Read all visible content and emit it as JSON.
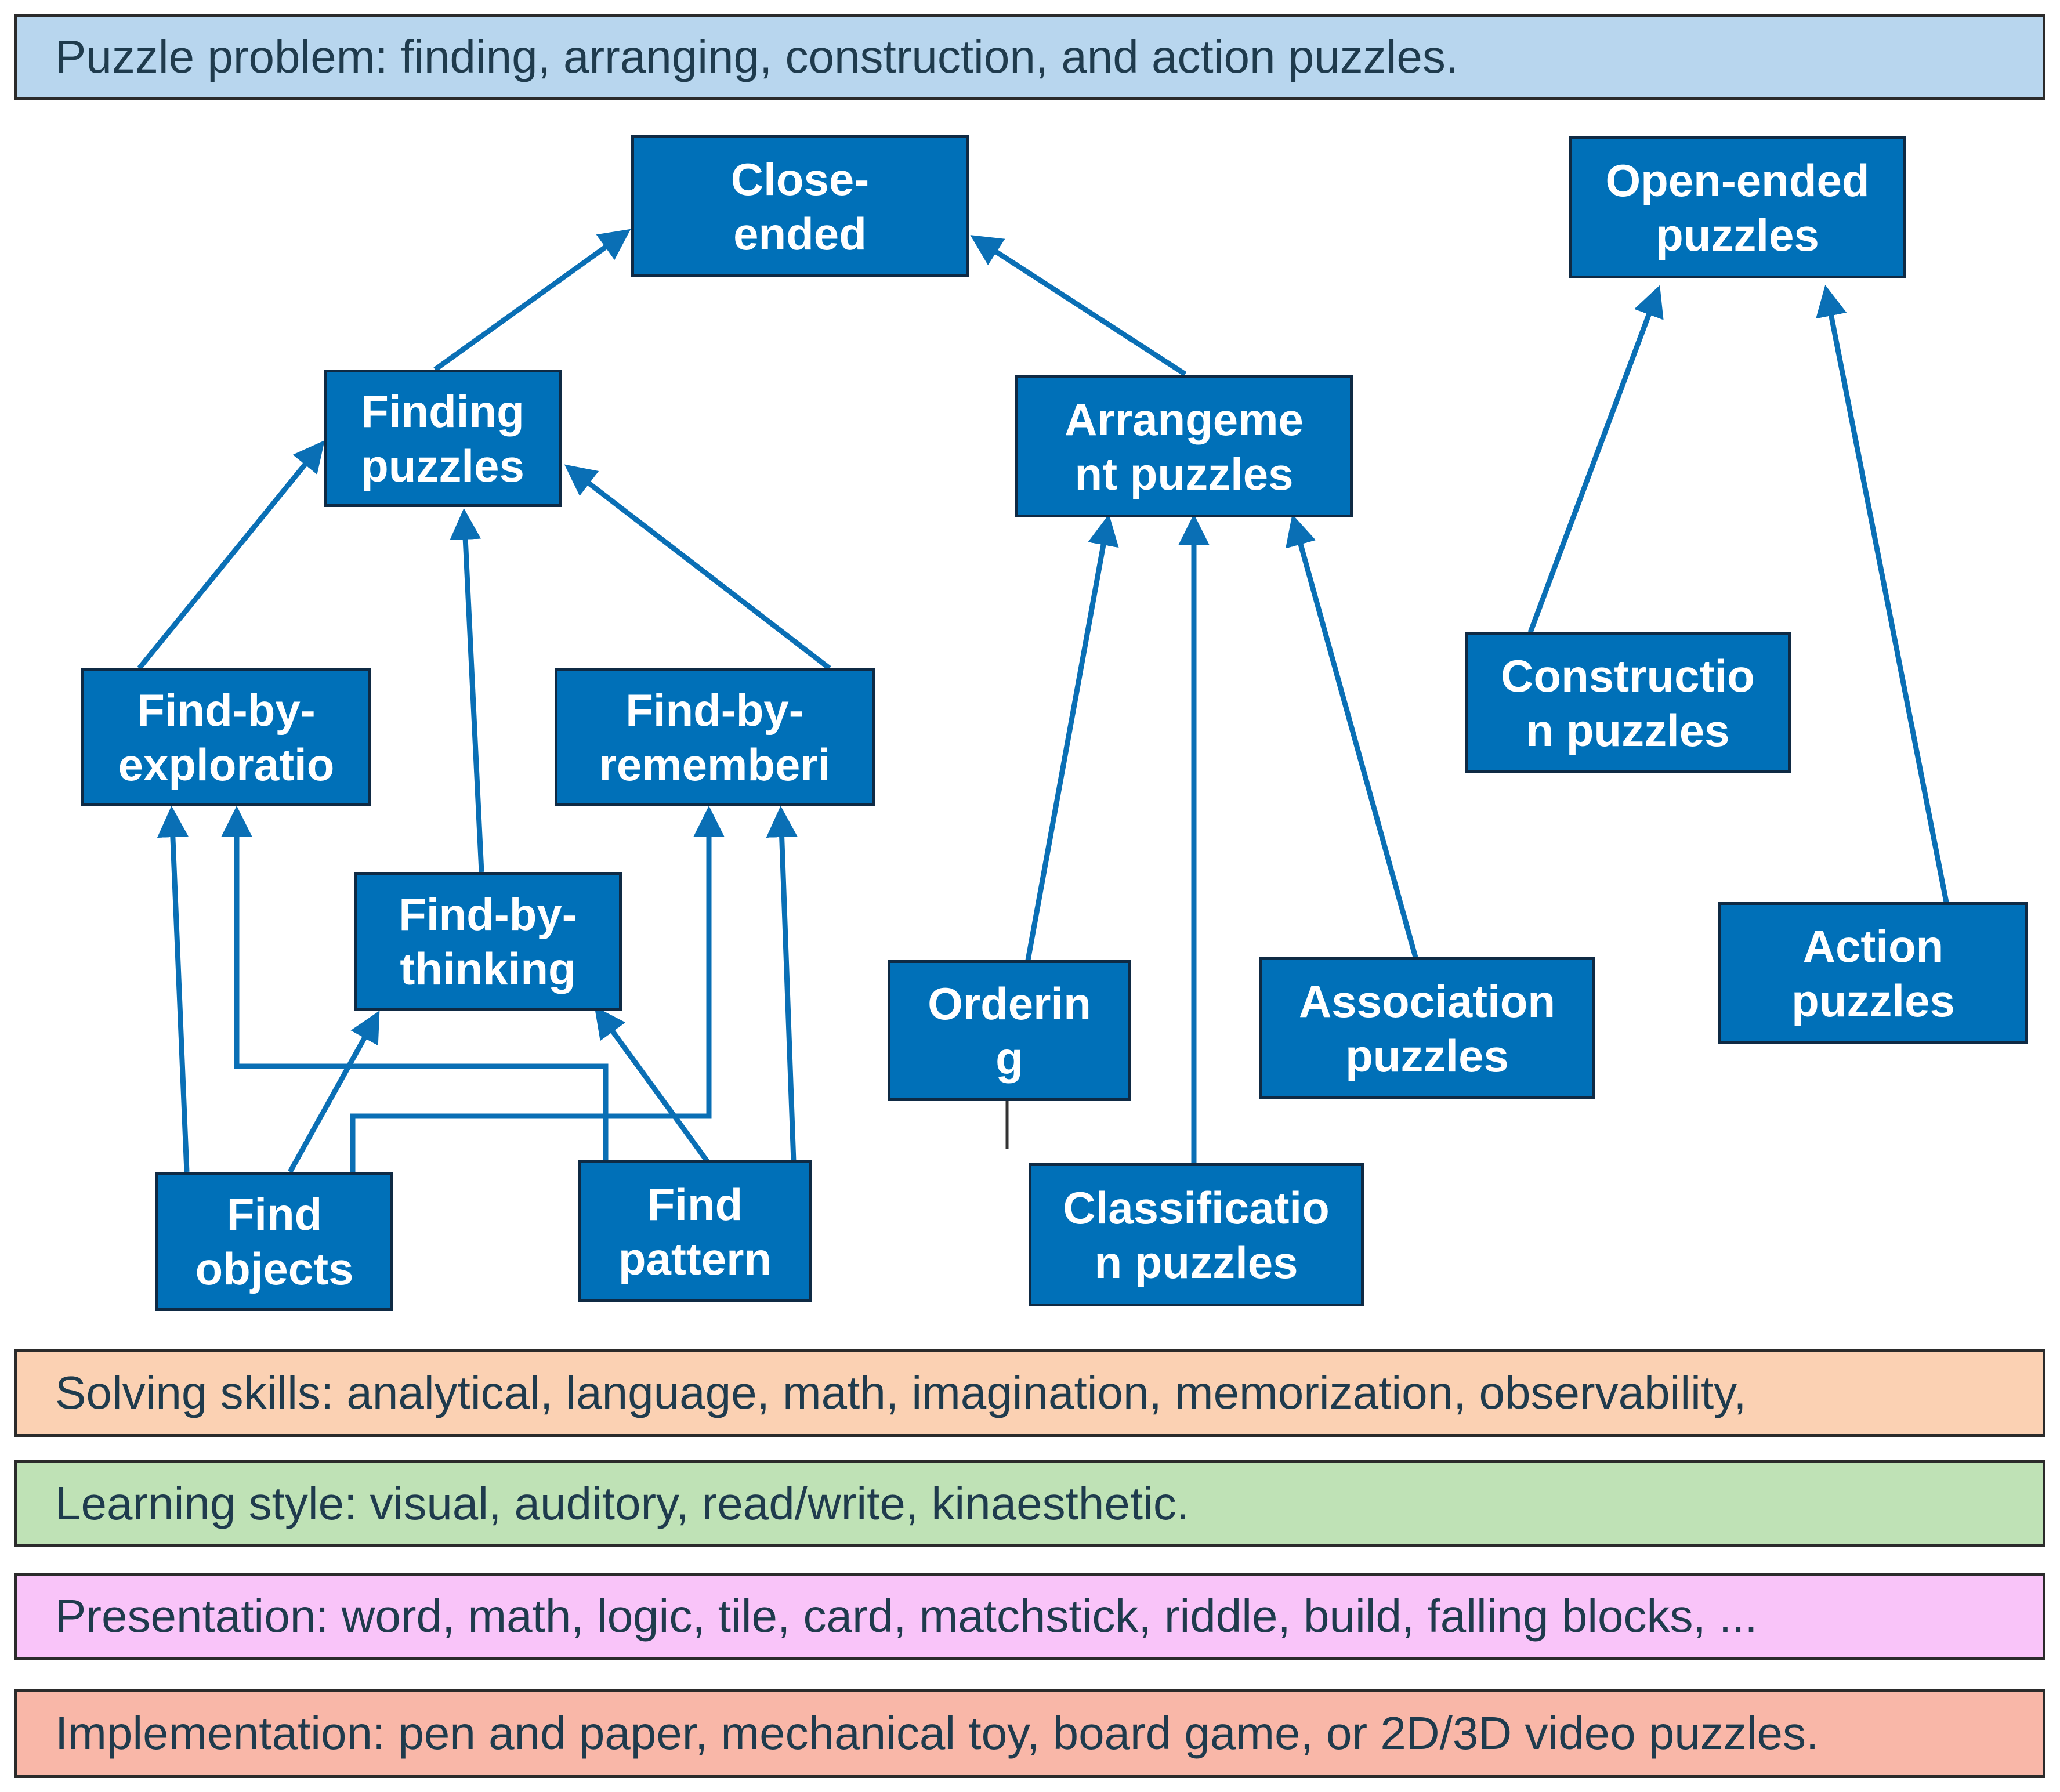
{
  "bands": {
    "problem": "Puzzle problem: finding, arranging, construction, and action puzzles.",
    "skills": "Solving skills: analytical, language, math, imagination, memorization, observability,",
    "learning": "Learning style: visual, auditory, read/write, kinaesthetic.",
    "presentation": "Presentation: word, math, logic, tile, card, matchstick, riddle, build, falling blocks, ...",
    "implementation": "Implementation: pen and paper, mechanical toy, board game, or 2D/3D video puzzles."
  },
  "nodes": {
    "close_ended": "Close-\nended",
    "open_ended": "Open-ended\npuzzles",
    "finding": "Finding\npuzzles",
    "arrangement": "Arrangeme\nnt puzzles",
    "find_exploration": "Find-by-\nexploratio",
    "find_remembering": "Find-by-\nrememberi",
    "find_thinking": "Find-by-\nthinking",
    "construction": "Constructio\nn puzzles",
    "action": "Action\npuzzles",
    "ordering": "Orderin\ng",
    "association": "Association\npuzzles",
    "classification": "Classificatio\nn puzzles",
    "find_objects": "Find\nobjects",
    "find_pattern": "Find\npattern"
  },
  "colors": {
    "node_fill": "#0070b8",
    "edge": "#0a6fb5",
    "problem_band": "#b8d6ee",
    "skills_band": "#fbd1b3",
    "learning_band": "#bfe2b6",
    "presentation_band": "#f9c4f9",
    "implementation_band": "#f9b7a8"
  }
}
